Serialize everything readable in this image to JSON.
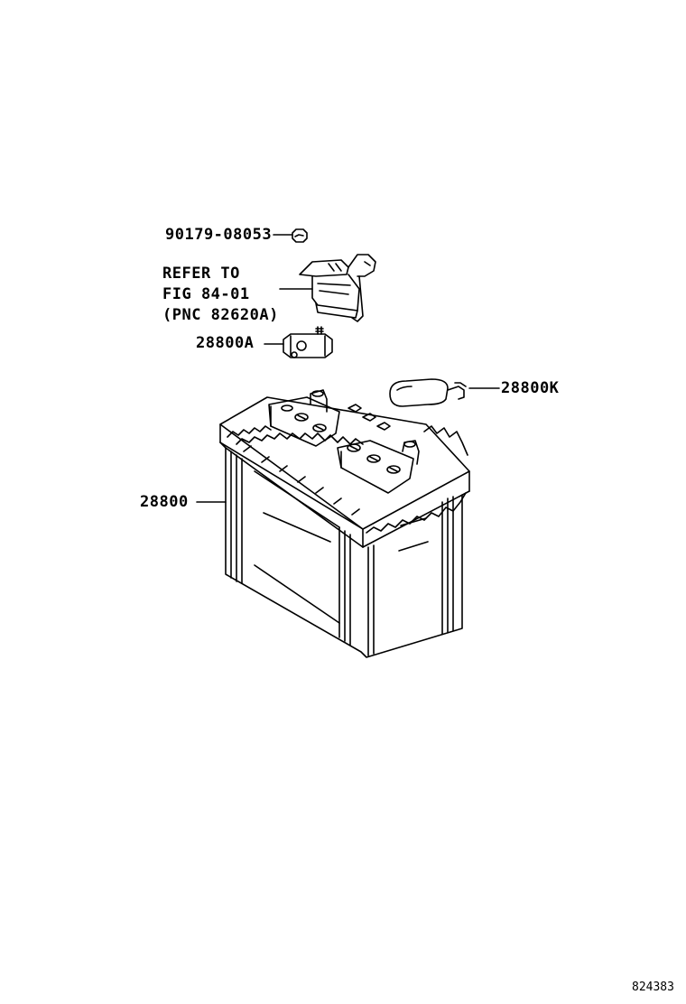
{
  "labels": {
    "part_90179": "90179-08053",
    "refer_line1": "REFER TO",
    "refer_line2": "FIG 84-01",
    "refer_line3": "(PNC 82620A)",
    "part_28800A": "28800A",
    "part_28800K": "28800K",
    "part_28800": "28800"
  },
  "figure_number": "824383",
  "colors": {
    "line": "#000000",
    "background": "#ffffff"
  }
}
